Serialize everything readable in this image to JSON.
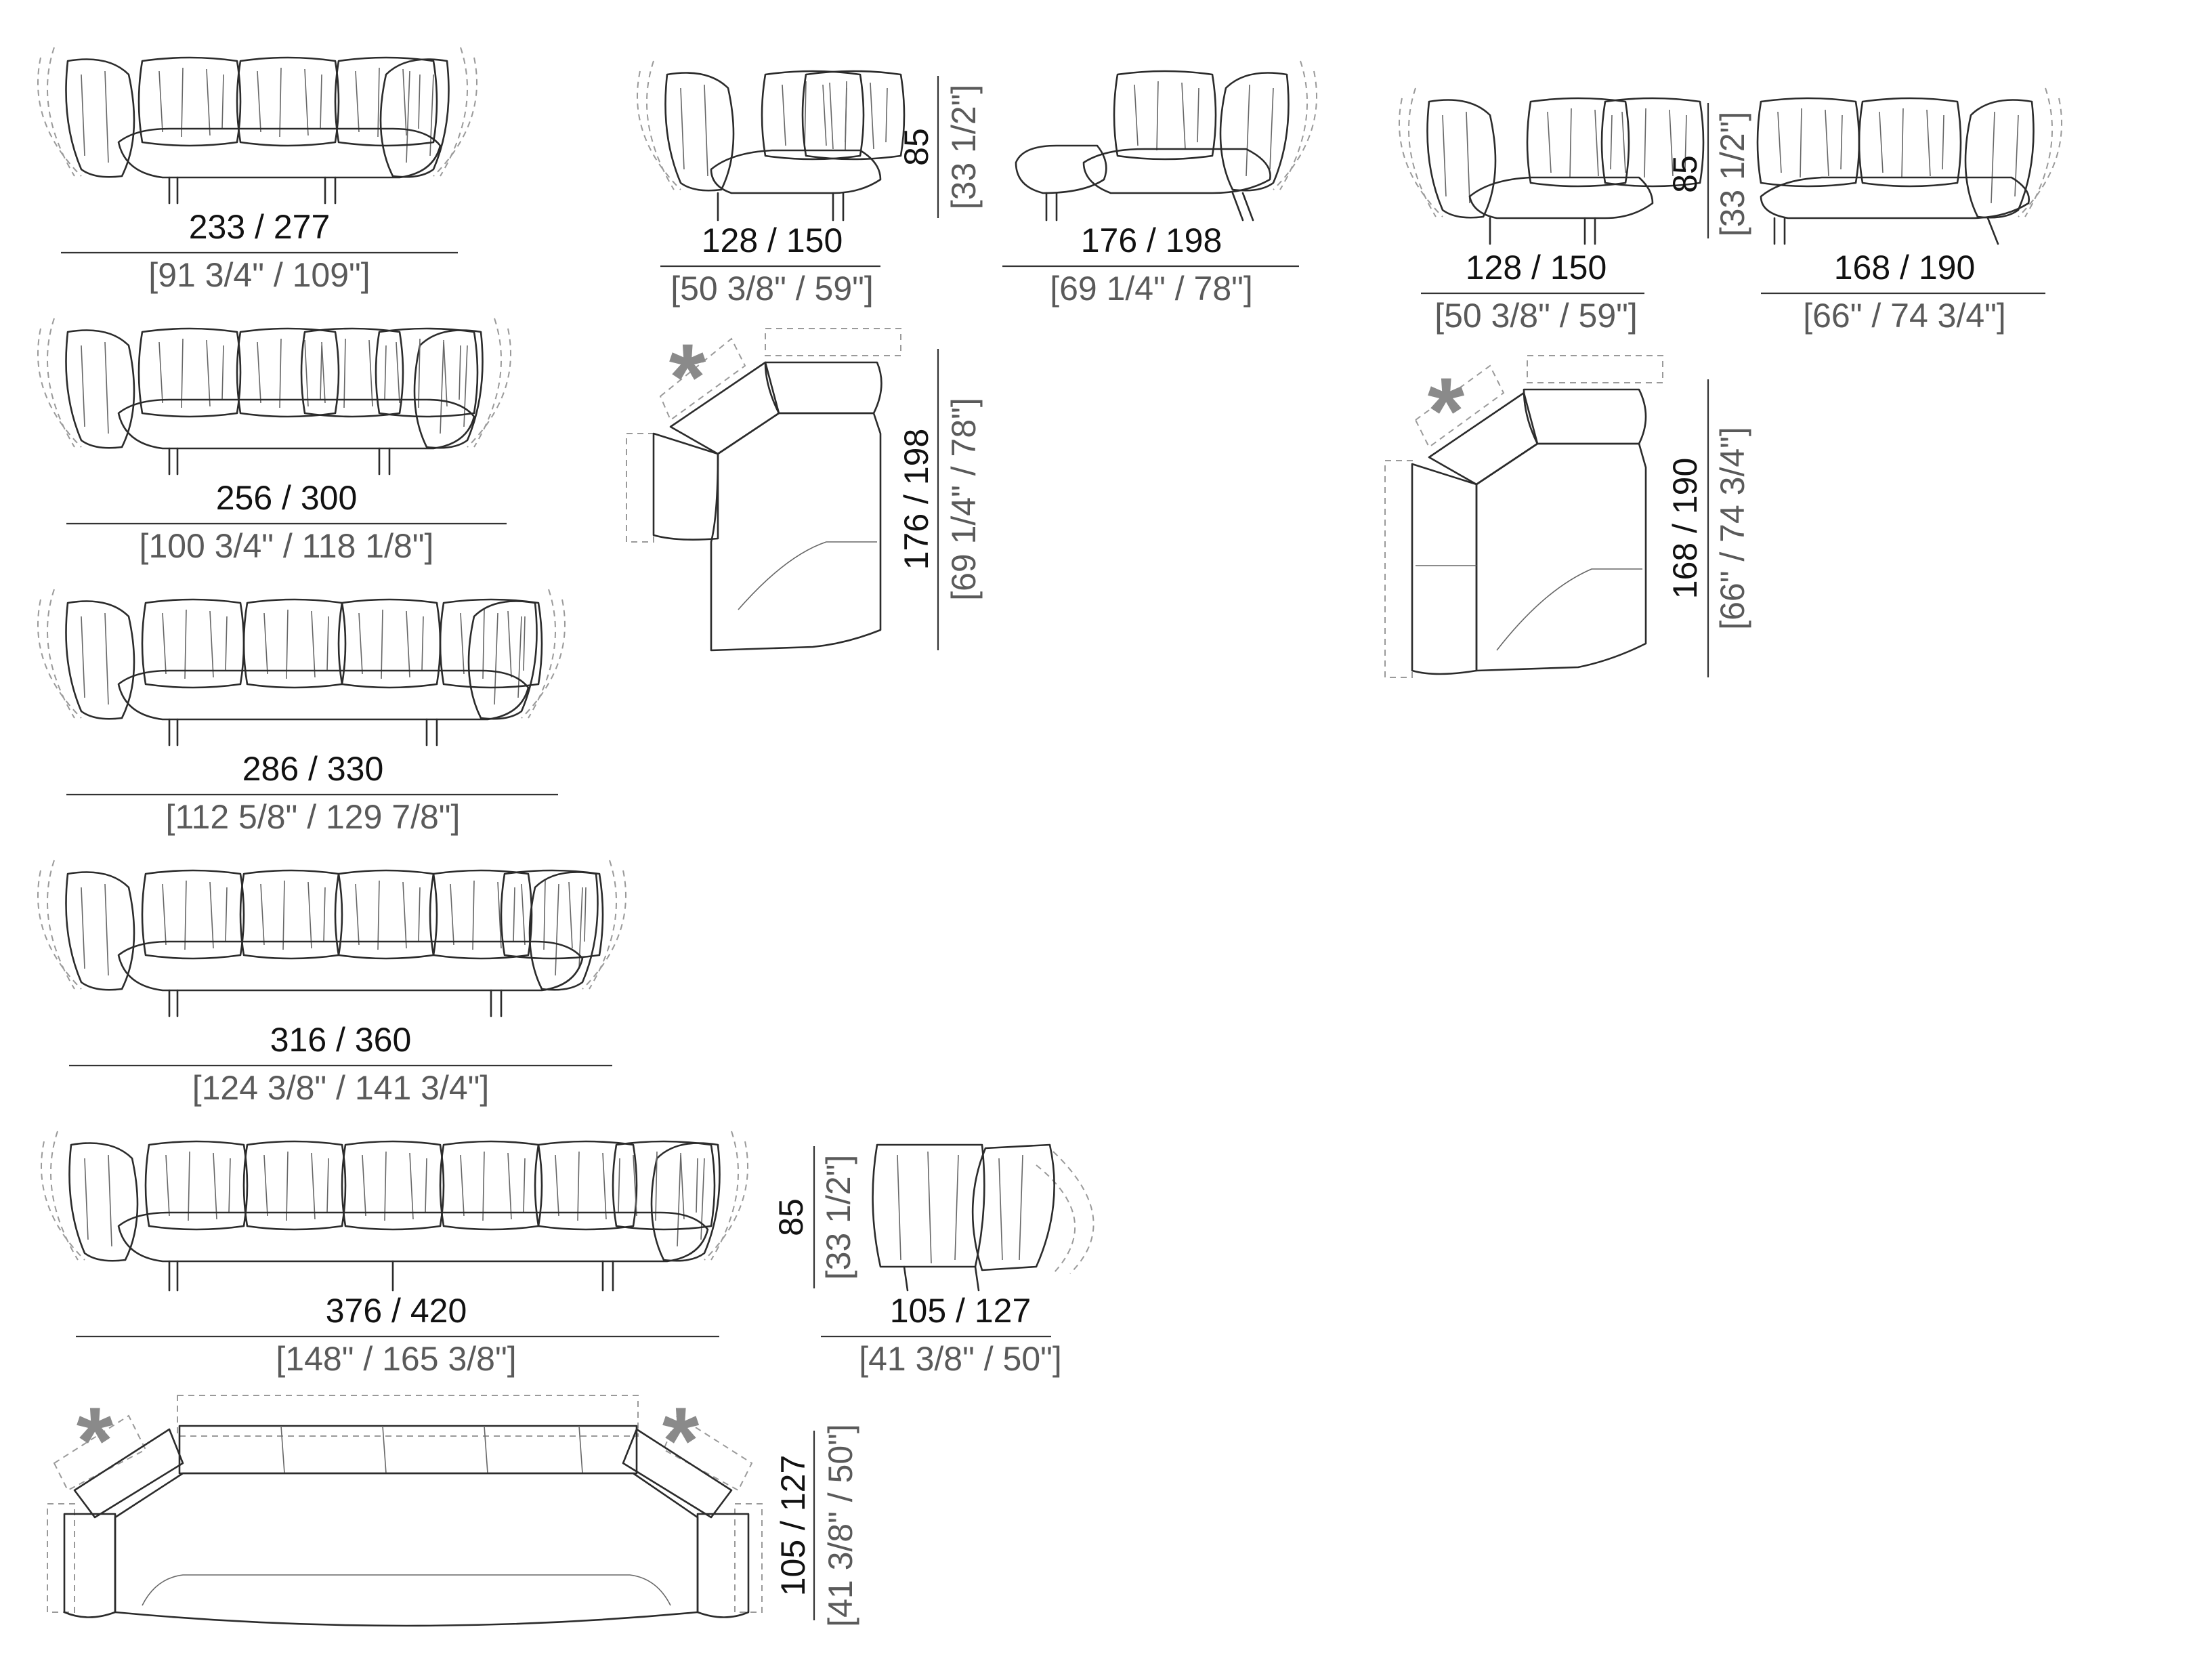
{
  "front_views": [
    {
      "id": "sofa-233",
      "cm": "233 / 277",
      "inch": "[91 3/4\" / 109\"]"
    },
    {
      "id": "sofa-256",
      "cm": "256 / 300",
      "inch": "[100 3/4\" / 118 1/8\"]"
    },
    {
      "id": "sofa-286",
      "cm": "286 / 330",
      "inch": "[112 5/8\" / 129 7/8\"]"
    },
    {
      "id": "sofa-316",
      "cm": "316 / 360",
      "inch": "[124 3/8\" / 141 3/4\"]"
    },
    {
      "id": "sofa-376",
      "cm": "376 / 420",
      "inch": "[148\" / 165 3/8\"]"
    }
  ],
  "corner_left": {
    "front_a": {
      "cm": "128 / 150",
      "inch": "[50 3/8\" / 59\"]"
    },
    "front_b": {
      "cm": "176 / 198",
      "inch": "[69 1/4\" / 78\"]"
    },
    "height": {
      "cm": "85",
      "inch": "[33 1/2\"]"
    },
    "depth": {
      "cm": "176 / 198",
      "inch": "[69 1/4\" / 78\"]"
    }
  },
  "corner_right": {
    "front_a": {
      "cm": "128 / 150",
      "inch": "[50 3/8\" / 59\"]"
    },
    "front_b": {
      "cm": "168 / 190",
      "inch": "[66\" / 74 3/4\"]"
    },
    "height": {
      "cm": "85",
      "inch": "[33 1/2\"]"
    },
    "depth": {
      "cm": "168 / 190",
      "inch": "[66\" / 74 3/4\"]"
    }
  },
  "side_view": {
    "height": {
      "cm": "85",
      "inch": "[33 1/2\"]"
    },
    "width": {
      "cm": "105 / 127",
      "inch": "[41 3/8\" / 50\"]"
    }
  },
  "plan_view": {
    "depth": {
      "cm": "105 / 127",
      "inch": "[41 3/8\" / 50\"]"
    }
  },
  "marker_symbol": "*"
}
